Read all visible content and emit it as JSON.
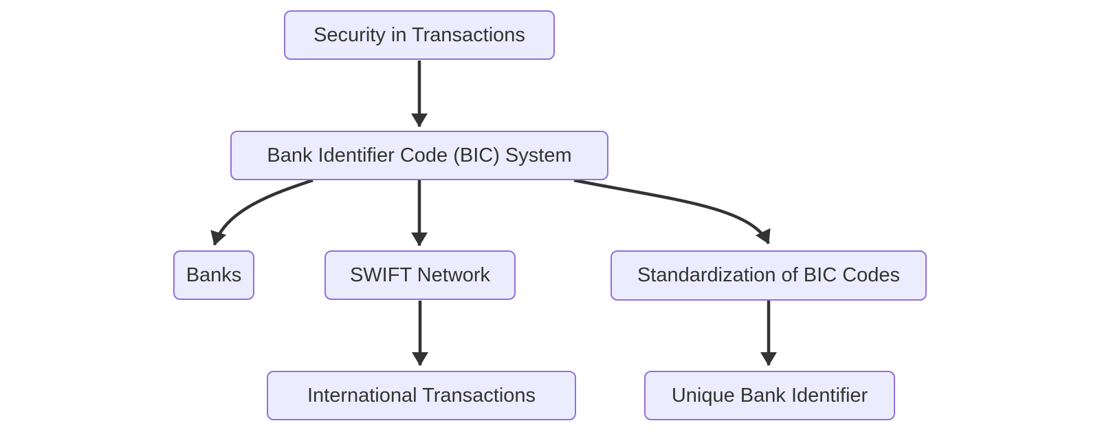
{
  "diagram": {
    "kind": "flowchart",
    "direction": "top-down",
    "colors": {
      "background": "#ffffff",
      "node_fill": "#ECECFF",
      "node_border": "#9370DB",
      "node_text": "#333333",
      "edge": "#333333"
    },
    "nodes": [
      {
        "id": "security",
        "label": "Security in Transactions"
      },
      {
        "id": "bic-system",
        "label": "Bank Identifier Code (BIC) System"
      },
      {
        "id": "banks",
        "label": "Banks"
      },
      {
        "id": "swift",
        "label": "SWIFT Network"
      },
      {
        "id": "standardization",
        "label": "Standardization of BIC Codes"
      },
      {
        "id": "international",
        "label": "International Transactions"
      },
      {
        "id": "unique-identifier",
        "label": "Unique Bank Identifier"
      }
    ],
    "edges": [
      {
        "from": "security",
        "to": "bic-system"
      },
      {
        "from": "bic-system",
        "to": "banks"
      },
      {
        "from": "bic-system",
        "to": "swift"
      },
      {
        "from": "bic-system",
        "to": "standardization"
      },
      {
        "from": "swift",
        "to": "international"
      },
      {
        "from": "standardization",
        "to": "unique-identifier"
      }
    ]
  }
}
